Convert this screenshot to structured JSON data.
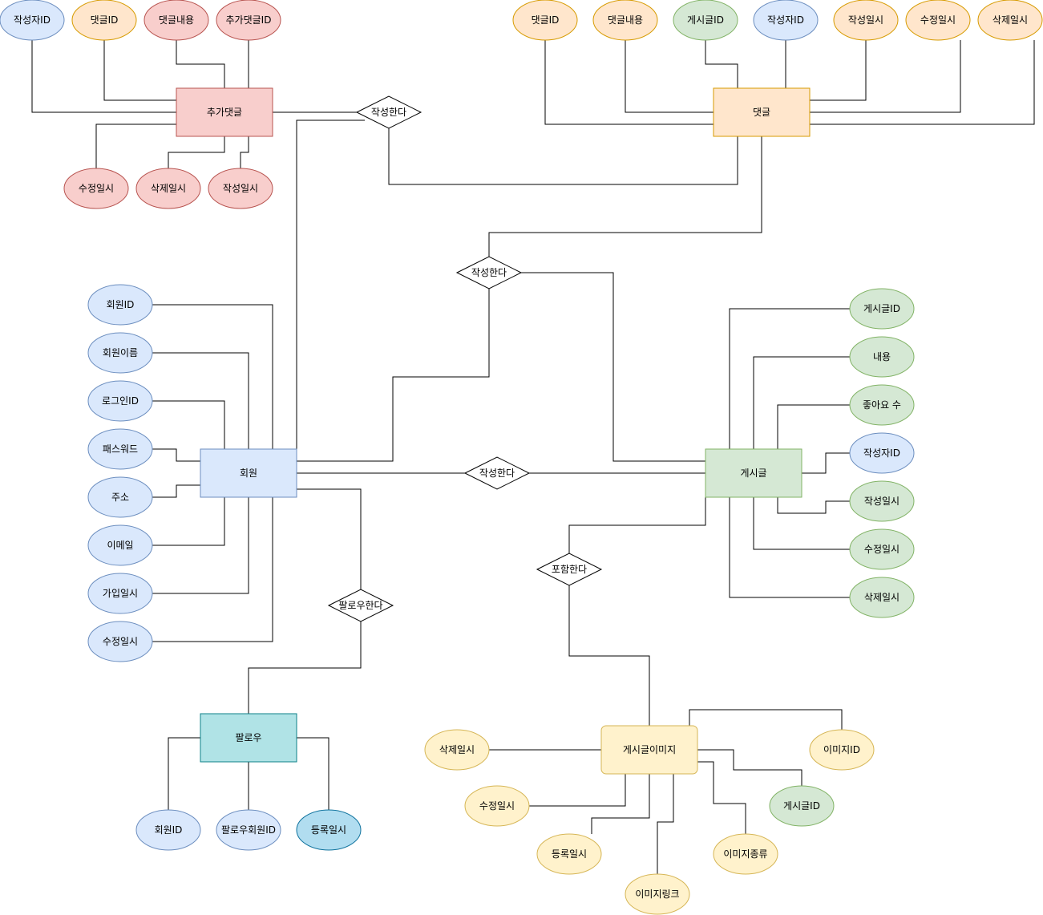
{
  "entities": {
    "reply": "추가댓글",
    "comment": "댓글",
    "member": "회원",
    "post": "게시글",
    "follow": "팔로우",
    "post_image": "게시글이미지"
  },
  "relationships": {
    "rel_reply": "작성한다",
    "rel_comment": "작성한다",
    "rel_post": "작성한다",
    "rel_follow": "팔로우한다",
    "rel_image": "포함한다"
  },
  "attributes": {
    "reply": [
      "작성자ID",
      "댓글ID",
      "댓글내용",
      "추가댓글ID",
      "수정일시",
      "삭제일시",
      "작성일시"
    ],
    "comment": [
      "댓글ID",
      "댓글내용",
      "게시글ID",
      "작성자ID",
      "작성일시",
      "수정일시",
      "삭제일시"
    ],
    "member": [
      "회원ID",
      "회원이름",
      "로그인ID",
      "패스워드",
      "주소",
      "이메일",
      "가입일시",
      "수정일시"
    ],
    "post": [
      "게시글ID",
      "내용",
      "좋아요 수",
      "작성자ID",
      "작성일시",
      "수정일시",
      "삭제일시"
    ],
    "follow": [
      "회원ID",
      "팔로우회원ID",
      "등록일시"
    ],
    "post_image": [
      "삭제일시",
      "수정일시",
      "등록일시",
      "이미지링크",
      "이미지종류",
      "게시글ID",
      "이미지ID"
    ]
  },
  "colors": {
    "blue_fill": "#dae8fc",
    "blue_stroke": "#6c8ebf",
    "orange_fill": "#ffe6cc",
    "orange_stroke": "#d79b00",
    "red_fill": "#f8cecc",
    "red_stroke": "#b85450",
    "green_fill": "#d5e8d4",
    "green_stroke": "#82b366",
    "yellow_fill": "#fff2cc",
    "yellow_stroke": "#d6b656",
    "teal_fill": "#b0e3e6",
    "teal_stroke": "#0e8088",
    "cyan_fill": "#b1ddf0",
    "cyan_stroke": "#10739e"
  }
}
